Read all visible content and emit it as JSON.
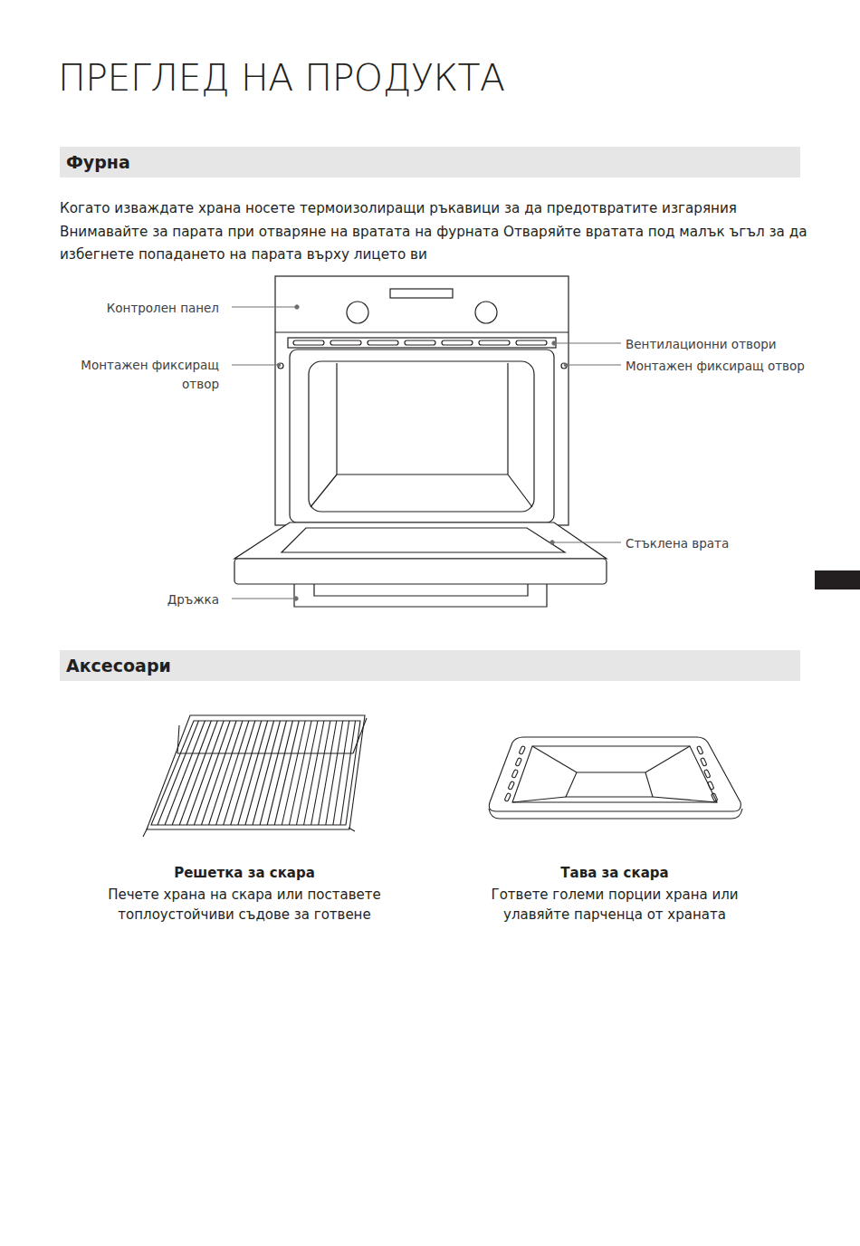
{
  "diagram": {
    "title": "ПРЕГЛЕД НА ПРОДУКТА",
    "nodes": [
      {
        "text": [
          "Фурна"
        ]
      },
      {
        "text": [
          "Аксесоари"
        ]
      }
    ],
    "labels": [
      "Когато изваждате храна  носете термоизолиращи ръкавици  за да предотвратите изгаряния Внимавайте за парата при отваряне на вратата на фурната  Отваряйте вратата под малък ъгъл  за да избегнете попадането на парата върху лицето ви",
      "Контролен панел",
      "Вентилационни отвори",
      "Монтажен фиксиращ отвор",
      "Монтажен фиксиращ отвор",
      "Стъклена врата",
      "Дръжка",
      "Решетка за скара",
      "Печете храна на скара или поставете топлоустойчиви съдове за готвене",
      "Тава за скара",
      "Гответе големи порции храна или улавяйте парченца от храната"
    ]
  }
}
